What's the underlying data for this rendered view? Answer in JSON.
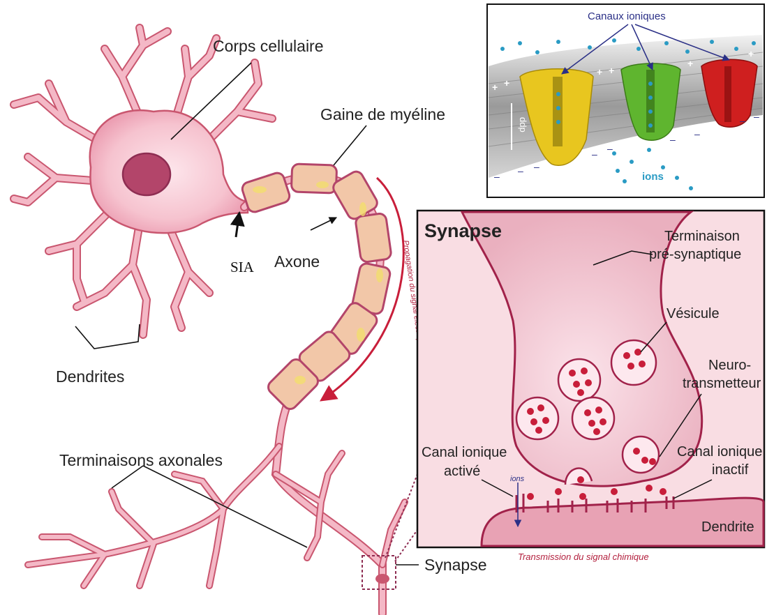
{
  "labels": {
    "corps_cellulaire": "Corps cellulaire",
    "gaine_myeline": "Gaine de myéline",
    "axone": "Axone",
    "sia": "SIA",
    "dendrites": "Dendrites",
    "terminaisons_axonales": "Terminaisons axonales",
    "synapse": "Synapse",
    "propagation": "Propagation du signal électrique"
  },
  "inset_channels": {
    "title": "Canaux ioniques",
    "ions": "ions",
    "ddp": "ddp",
    "channel_colors": [
      "#e8c61f",
      "#5fb52f",
      "#cf1f1f"
    ]
  },
  "inset_synapse": {
    "title": "Synapse",
    "terminaison_line1": "Terminaison",
    "terminaison_line2": "pré-synaptique",
    "vesicule": "Vésicule",
    "neuro_line1": "Neuro-",
    "neuro_line2": "transmetteur",
    "canal_inactif_line1": "Canal ionique",
    "canal_inactif_line2": "inactif",
    "canal_active_line1": "Canal ionique",
    "canal_active_line2": "activé",
    "ions": "ions",
    "dendrite": "Dendrite",
    "caption": "Transmission du signal chimique"
  },
  "colors": {
    "neuron_fill": "#f4b8c6",
    "neuron_stroke": "#c9566f",
    "nucleus": "#b3456a",
    "myelin": "#f2c7a8",
    "arrow_red": "#c81e3a",
    "navy": "#2a2f86"
  }
}
